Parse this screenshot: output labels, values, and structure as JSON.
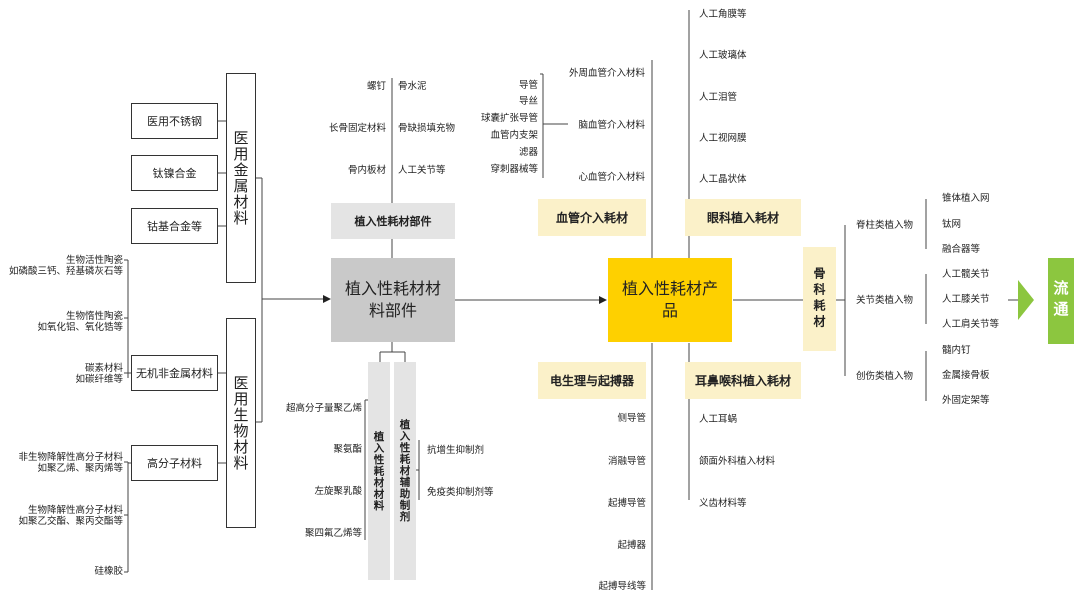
{
  "left": {
    "metal_group": "医用金属材料",
    "metals": [
      "医用不锈钢",
      "钛镍合金",
      "钴基合金等"
    ],
    "bio_group": "医用生物材料",
    "bio_items": [
      "无机非金属材料",
      "高分子材料"
    ],
    "inorganic_notes": [
      {
        "l1": "生物活性陶瓷",
        "l2": "如磷酸三钙、羟基磷灰石等"
      },
      {
        "l1": "生物惰性陶瓷",
        "l2": "如氧化铝、氧化锆等"
      },
      {
        "l1": "碳素材料",
        "l2": "如碳纤维等"
      }
    ],
    "polymer_notes": [
      {
        "l1": "非生物降解性高分子材料",
        "l2": "如聚乙烯、聚丙烯等"
      },
      {
        "l1": "生物降解性高分子材料",
        "l2": "如聚乙交酯、聚丙交酯等"
      },
      {
        "l1": "硅橡胶",
        "l2": ""
      }
    ]
  },
  "mid": {
    "center": "植入性耗材材料部件",
    "top_header": "植入性耗材部件",
    "top_pairs": [
      {
        "left": "螺钉",
        "right": "骨水泥"
      },
      {
        "left": "长骨固定材料",
        "right": "骨缺损填充物"
      },
      {
        "left": "骨内板材",
        "right": "人工关节等"
      }
    ],
    "mat_col": "植入性耗材材料",
    "aux_col": "植入性耗材辅助制剂",
    "mat_items": [
      "超高分子量聚乙烯",
      "聚氨酯",
      "左旋聚乳酸",
      "聚四氟乙烯等"
    ],
    "aux_items": [
      "抗增生抑制剂",
      "免疫类抑制剂等"
    ]
  },
  "product": {
    "center": "植入性耗材产品",
    "vascular": "血管介入耗材",
    "vascular_sub": [
      "外周血管介入材料",
      "脑血管介入材料",
      "心血管介入材料"
    ],
    "vascular_items": [
      "导管",
      "导丝",
      "球囊扩张导管",
      "血管内支架",
      "滤器",
      "穿刺器械等"
    ],
    "eye": "眼科植入耗材",
    "eye_items": [
      "人工角膜等",
      "人工玻璃体",
      "人工泪管",
      "人工视网膜",
      "人工晶状体"
    ],
    "ep": "电生理与起搏器",
    "ep_items": [
      "侧导管",
      "消融导管",
      "起搏导管",
      "起搏器",
      "起搏导线等"
    ],
    "ent": "耳鼻喉科植入耗材",
    "ent_items": [
      "人工耳蜗",
      "颌面外科植入材料",
      "义齿材料等"
    ]
  },
  "ortho": {
    "title": "骨科耗材",
    "groups": [
      {
        "name": "脊柱类植入物",
        "items": [
          "锥体植入网",
          "钛网",
          "融合器等"
        ]
      },
      {
        "name": "关节类植入物",
        "items": [
          "人工髋关节",
          "人工膝关节",
          "人工肩关节等"
        ]
      },
      {
        "name": "创伤类植入物",
        "items": [
          "髓内钉",
          "金属接骨板",
          "外固定架等"
        ]
      }
    ]
  },
  "flow": "流通",
  "colors": {
    "gold": "#fed000",
    "cream": "#fbf1c9",
    "green": "#8cc63f",
    "gray": "#e4e4e4",
    "darkgray": "#c9c9c9"
  }
}
